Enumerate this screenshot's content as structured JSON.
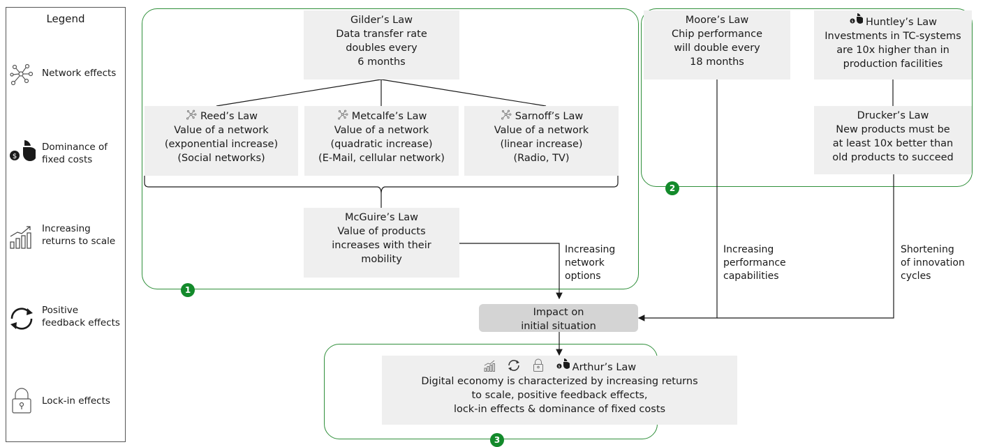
{
  "legend": {
    "title": "Legend",
    "items": [
      {
        "icon": "network-effects-icon",
        "label": "Network effects"
      },
      {
        "icon": "fixed-costs-icon",
        "label": "Dominance of fixed costs"
      },
      {
        "icon": "returns-to-scale-icon",
        "label": "Increasing returns to scale"
      },
      {
        "icon": "feedback-icon",
        "label": "Positive feedback effects"
      },
      {
        "icon": "lock-in-icon",
        "label": "Lock-in effects"
      }
    ]
  },
  "groups": {
    "g1": {
      "badge": "1"
    },
    "g2": {
      "badge": "2"
    },
    "g3": {
      "badge": "3"
    }
  },
  "laws": {
    "gilder": {
      "title": "Gilder’s Law",
      "lines": [
        "Data transfer rate",
        "doubles every",
        "6 months"
      ]
    },
    "reed": {
      "title": "Reed’s Law",
      "icon": "network-effects-icon",
      "lines": [
        "Value of a network",
        "(exponential increase)",
        "(Social networks)"
      ]
    },
    "metcalfe": {
      "title": "Metcalfe’s Law",
      "icon": "network-effects-icon",
      "lines": [
        "Value of a network",
        "(quadratic increase)",
        "(E-Mail, cellular network)"
      ]
    },
    "sarnoff": {
      "title": "Sarnoff’s Law",
      "icon": "network-effects-icon",
      "lines": [
        "Value of a network",
        "(linear increase)",
        "(Radio, TV)"
      ]
    },
    "mcguire": {
      "title": "McGuire’s Law",
      "lines": [
        "Value of products",
        "increases with their",
        "mobility"
      ]
    },
    "moore": {
      "title": "Moore’s Law",
      "lines": [
        "Chip performance",
        "will double every",
        "18 months"
      ]
    },
    "huntley": {
      "title": "Huntley’s Law",
      "icon": "fixed-costs-icon",
      "lines": [
        "Investments in TC-systems",
        "are 10x higher than in",
        "production facilities"
      ]
    },
    "drucker": {
      "title": "Drucker’s Law",
      "lines": [
        "New products must be",
        "at least 10x better than",
        "old products to succeed"
      ]
    },
    "arthur": {
      "title": "Arthur’s Law",
      "lines": [
        "Digital economy is characterized by increasing returns",
        "to scale, positive feedback effects,",
        "lock-in effects & dominance of fixed costs"
      ]
    }
  },
  "impact": {
    "lines": [
      "Impact on",
      "initial situation"
    ]
  },
  "edge_labels": {
    "network": [
      "Increasing",
      "network",
      "options"
    ],
    "performance": [
      "Increasing",
      "performance",
      "capabilities"
    ],
    "innovation": [
      "Shortening",
      "of innovation",
      "cycles"
    ]
  },
  "colors": {
    "group_border": "#2f8f3a",
    "badge": "#138a2b",
    "law_fill": "#efefef",
    "impact_fill": "#d4d4d4"
  }
}
